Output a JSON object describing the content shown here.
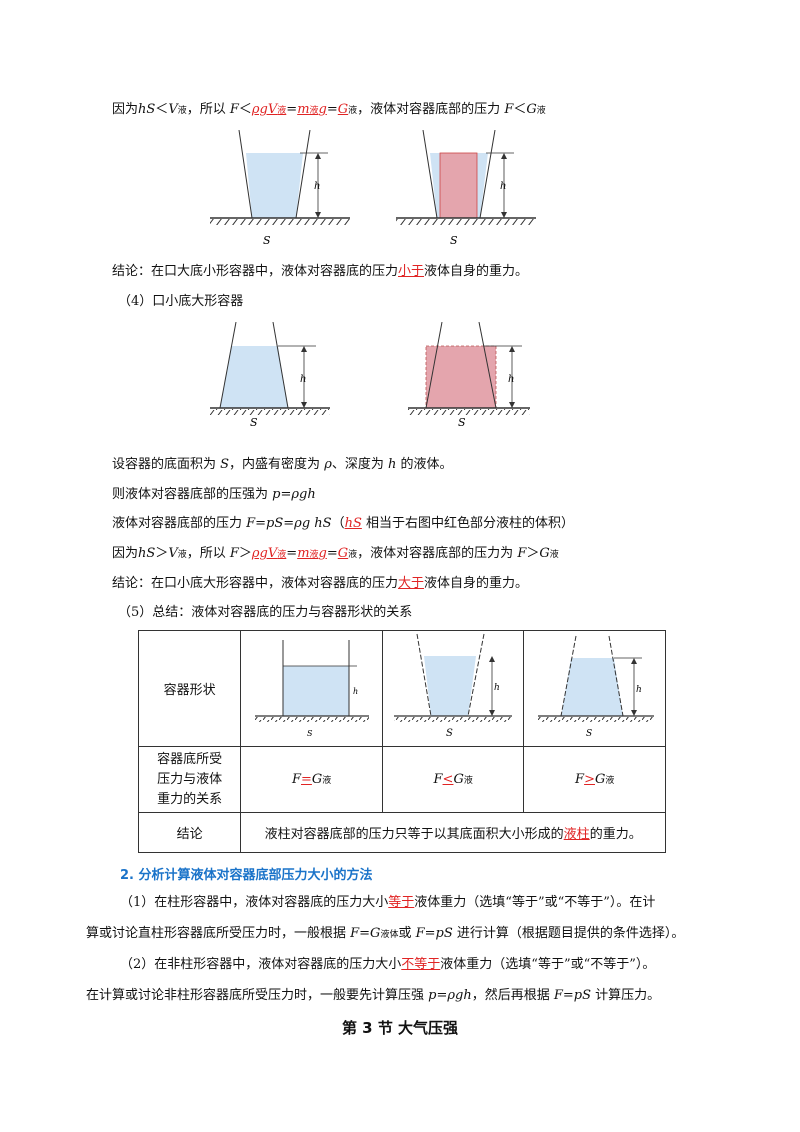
{
  "lines": {
    "l1": {
      "a": "因为",
      "b": "hS",
      "c": "＜",
      "d": "V",
      "e": "液",
      "f": "，所以 ",
      "g": "F",
      "h": "＜",
      "i": "ρgV",
      "j": "液",
      "k": "=",
      "l": "m",
      "m": "液",
      "n": "g",
      "o": "=",
      "p": "G",
      "q": "液",
      "r": "，液体对容器底部的压力 ",
      "s": "F",
      "t": "＜",
      "u": "G",
      "v": "液"
    },
    "l2": {
      "a": "结论：在口大底小形容器中，液体对容器底的压力",
      "b": "小于",
      "c": "液体自身的重力。"
    },
    "l3": "（4）口小底大形容器",
    "l4": {
      "a": "设容器的底面积为 ",
      "b": "S",
      "c": "，内盛有密度为 ",
      "d": "ρ",
      "e": "、深度为 ",
      "f": "h",
      "g": " 的液体。"
    },
    "l5": {
      "a": "则液体对容器底部的压强为 ",
      "b": "p=ρgh"
    },
    "l6": {
      "a": "液体对容器底部的压力 ",
      "b": "F=pS=ρg hS",
      "c": "（",
      "d": "hS",
      "e": " 相当于右图中红色部分液柱的体积）"
    },
    "l7": {
      "a": "因为",
      "b": "hS",
      "c": "＞",
      "d": "V",
      "e": "液",
      "f": "，所以 ",
      "g": "F",
      "h": "＞",
      "i": "ρgV",
      "j": "液",
      "k": "=",
      "l": "m",
      "m": "液",
      "n": "g",
      "o": "=",
      "p": "G",
      "q": "液",
      "r": "，液体对容器底部的压力为 ",
      "s": "F",
      "t": "＞",
      "u": "G",
      "v": "液"
    },
    "l8": {
      "a": "结论：在口小底大形容器中，液体对容器底的压力",
      "b": "大于",
      "c": "液体自身的重力。"
    },
    "l9": "（5）总结：液体对容器底的压力与容器形状的关系"
  },
  "figure_labels": {
    "S": "S",
    "h": "h"
  },
  "table": {
    "row1_label": "容器形状",
    "row2_label": "容器底所受压力与液体重力的关系",
    "row3_label": "结论",
    "c1": {
      "a": "F",
      "b": "=",
      "c": "G",
      "d": "液"
    },
    "c2": {
      "a": "F",
      "b": "<",
      "c": "G",
      "d": "液"
    },
    "c3": {
      "a": "F",
      "b": ">",
      "c": "G",
      "d": "液"
    },
    "conclusion": {
      "a": "液柱对容器底部的压力只等于以其底面积大小形成的",
      "b": "液柱",
      "c": "的重力。"
    }
  },
  "heading2": "2. 分析计算液体对容器底部压力大小的方法",
  "p1": {
    "a": "（1）在柱形容器中，液体对容器底的压力大小",
    "b": "等于",
    "c": "液体重力（选填“等于”或“不等于”）。在计",
    "d": "算或讨论直柱形容器底所受压力时，一般根据 ",
    "e": "F=G",
    "f": "液体",
    "g": "或 ",
    "h": "F=pS",
    "i": " 进行计算（根据题目提供的条件选择）。"
  },
  "p2": {
    "a": "（2）在非柱形容器中，液体对容器底的压力大小",
    "b": "不等于",
    "c": "液体重力（选填“等于”或“不等于”）。",
    "d": "在计算或讨论非柱形容器底所受压力时，一般要先计算压强 ",
    "e": "p=ρgh",
    "f": "，然后再根据 ",
    "g": "F=pS",
    "h": " 计算压力。"
  },
  "section_title": "第 3 节  大气压强",
  "colors": {
    "accent": "#e02424",
    "heading": "#1a73c9",
    "liquid": "#cfe3f4",
    "liquid_red": "#e4a5ad"
  }
}
